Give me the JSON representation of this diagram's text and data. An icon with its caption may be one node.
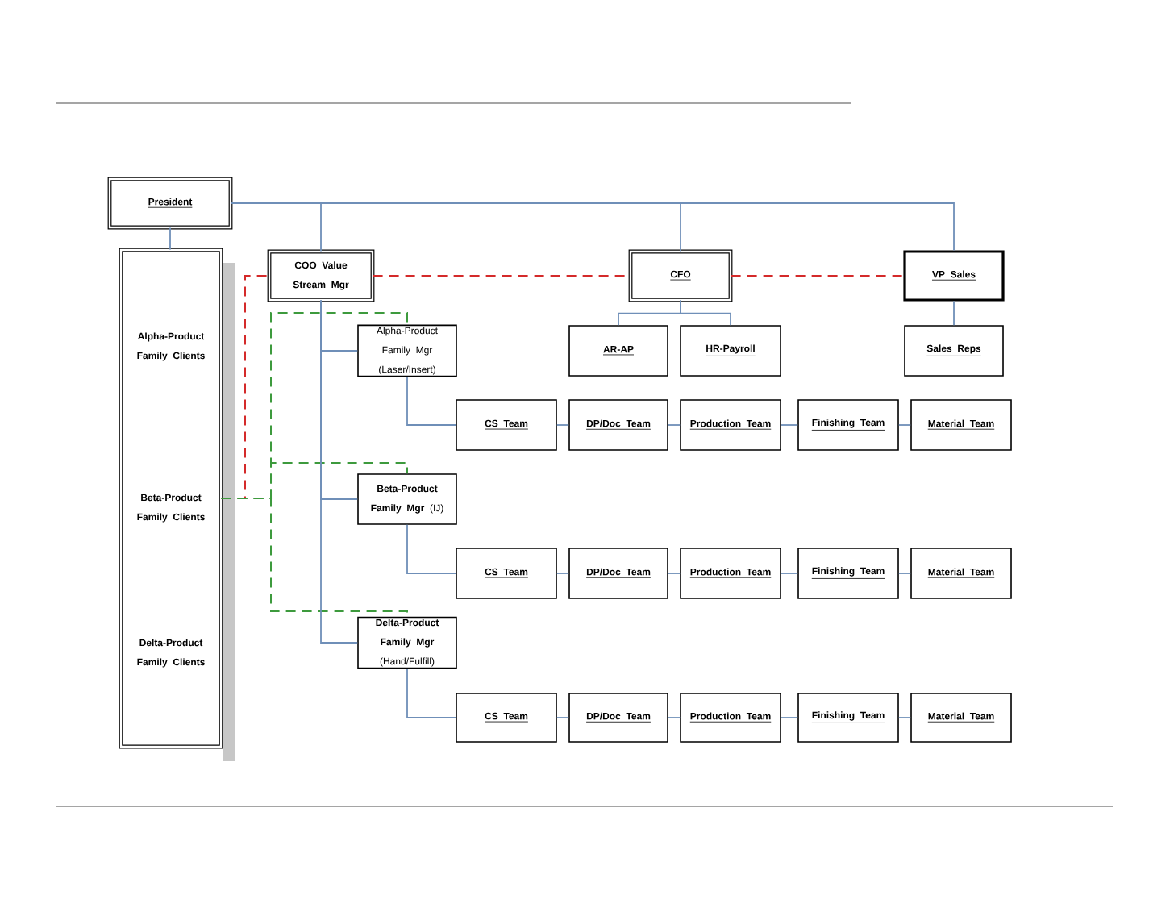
{
  "diagram": {
    "nodes": [
      {
        "text": [
          "President"
        ]
      },
      {
        "text": [
          "Alpha-Product Family Clients",
          "Beta-Product Family Clients",
          "Delta-Product Family Clients"
        ]
      },
      {
        "text": [
          "COO Value Stream Mgr"
        ]
      },
      {
        "text": [
          "CFO"
        ]
      },
      {
        "text": [
          "VP Sales"
        ]
      },
      {
        "text": [
          "Alpha-Product Family Mgr (Laser/Insert)"
        ]
      },
      {
        "text": [
          "AR-AP"
        ]
      },
      {
        "text": [
          "HR-Payroll"
        ]
      },
      {
        "text": [
          "Sales Reps"
        ]
      },
      {
        "text": [
          "CS Team"
        ]
      },
      {
        "text": [
          "DP/Doc Team"
        ]
      },
      {
        "text": [
          "Production Team"
        ]
      },
      {
        "text": [
          "Finishing Team"
        ]
      },
      {
        "text": [
          "Material Team"
        ]
      },
      {
        "text": [
          "**Beta-Product Family Mgr** (IJ)"
        ]
      },
      {
        "text": [
          "CS Team"
        ]
      },
      {
        "text": [
          "DP/Doc Team"
        ]
      },
      {
        "text": [
          "Production Team"
        ]
      },
      {
        "text": [
          "Finishing Team"
        ]
      },
      {
        "text": [
          "Material Team"
        ]
      },
      {
        "text": [
          "**Delta-Product Family Mgr** (Hand/Fulfill)"
        ]
      },
      {
        "text": [
          "CS Team"
        ]
      },
      {
        "text": [
          "DP/Doc Team"
        ]
      },
      {
        "text": [
          "Production Team"
        ]
      },
      {
        "text": [
          "Finishing Team"
        ]
      },
      {
        "text": [
          "Material Team"
        ]
      }
    ],
    "edges": [
      {
        "from": 0,
        "to": 1,
        "arrow": "none"
      },
      {
        "from": 0,
        "to": 2,
        "arrow": "none"
      },
      {
        "from": 0,
        "to": 3,
        "arrow": "none"
      },
      {
        "from": 0,
        "to": 4,
        "arrow": "none"
      },
      {
        "from": 1,
        "to": 2,
        "arrow": "none",
        "style": "dashed",
        "color": "#d42a2a"
      },
      {
        "from": 2,
        "to": 3,
        "arrow": "none",
        "style": "dashed",
        "color": "#d42a2a"
      },
      {
        "from": 3,
        "to": 4,
        "arrow": "none",
        "style": "dashed",
        "color": "#d42a2a"
      },
      {
        "from": 1,
        "to": 5,
        "arrow": "none",
        "style": "dashed",
        "color": "#3d9a3d"
      },
      {
        "from": 1,
        "to": 14,
        "arrow": "none",
        "style": "dashed",
        "color": "#3d9a3d"
      },
      {
        "from": 1,
        "to": 20,
        "arrow": "none",
        "style": "dashed",
        "color": "#3d9a3d"
      },
      {
        "from": 2,
        "to": 5,
        "arrow": "none"
      },
      {
        "from": 2,
        "to": 14,
        "arrow": "none"
      },
      {
        "from": 2,
        "to": 20,
        "arrow": "none"
      },
      {
        "from": 3,
        "to": 6,
        "arrow": "none"
      },
      {
        "from": 3,
        "to": 7,
        "arrow": "none"
      },
      {
        "from": 4,
        "to": 8,
        "arrow": "none"
      },
      {
        "from": 5,
        "to": 9,
        "arrow": "none"
      },
      {
        "from": 9,
        "to": 10,
        "arrow": "none"
      },
      {
        "from": 10,
        "to": 11,
        "arrow": "none"
      },
      {
        "from": 11,
        "to": 12,
        "arrow": "none"
      },
      {
        "from": 12,
        "to": 13,
        "arrow": "none"
      },
      {
        "from": 14,
        "to": 15,
        "arrow": "none"
      },
      {
        "from": 15,
        "to": 16,
        "arrow": "none"
      },
      {
        "from": 16,
        "to": 17,
        "arrow": "none"
      },
      {
        "from": 17,
        "to": 18,
        "arrow": "none"
      },
      {
        "from": 18,
        "to": 19,
        "arrow": "none"
      },
      {
        "from": 20,
        "to": 21,
        "arrow": "none"
      },
      {
        "from": 21,
        "to": 22,
        "arrow": "none"
      },
      {
        "from": 22,
        "to": 23,
        "arrow": "none"
      },
      {
        "from": 23,
        "to": 24,
        "arrow": "none"
      },
      {
        "from": 24,
        "to": 25,
        "arrow": "none"
      }
    ]
  }
}
